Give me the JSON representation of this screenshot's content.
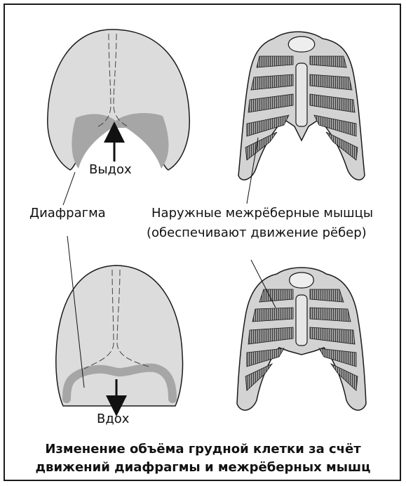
{
  "labels": {
    "exhale": "Выдох",
    "inhale": "Вдох",
    "diaphragm": "Диафрагма",
    "muscles_line1": "Наружные межрёберные мышцы",
    "muscles_line2": "(обеспечивают движение рёбер)"
  },
  "caption": {
    "line1": "Изменение объёма грудной клетки за счёт",
    "line2": "движений диафрагмы и межрёберных мышц"
  },
  "colors": {
    "lung_fill": "#dcdcdc",
    "diaphragm": "#a6a6a6",
    "bone_fill": "#d3d3d3",
    "muscle": "#8a8a8a",
    "outline": "#1a1a1a"
  }
}
